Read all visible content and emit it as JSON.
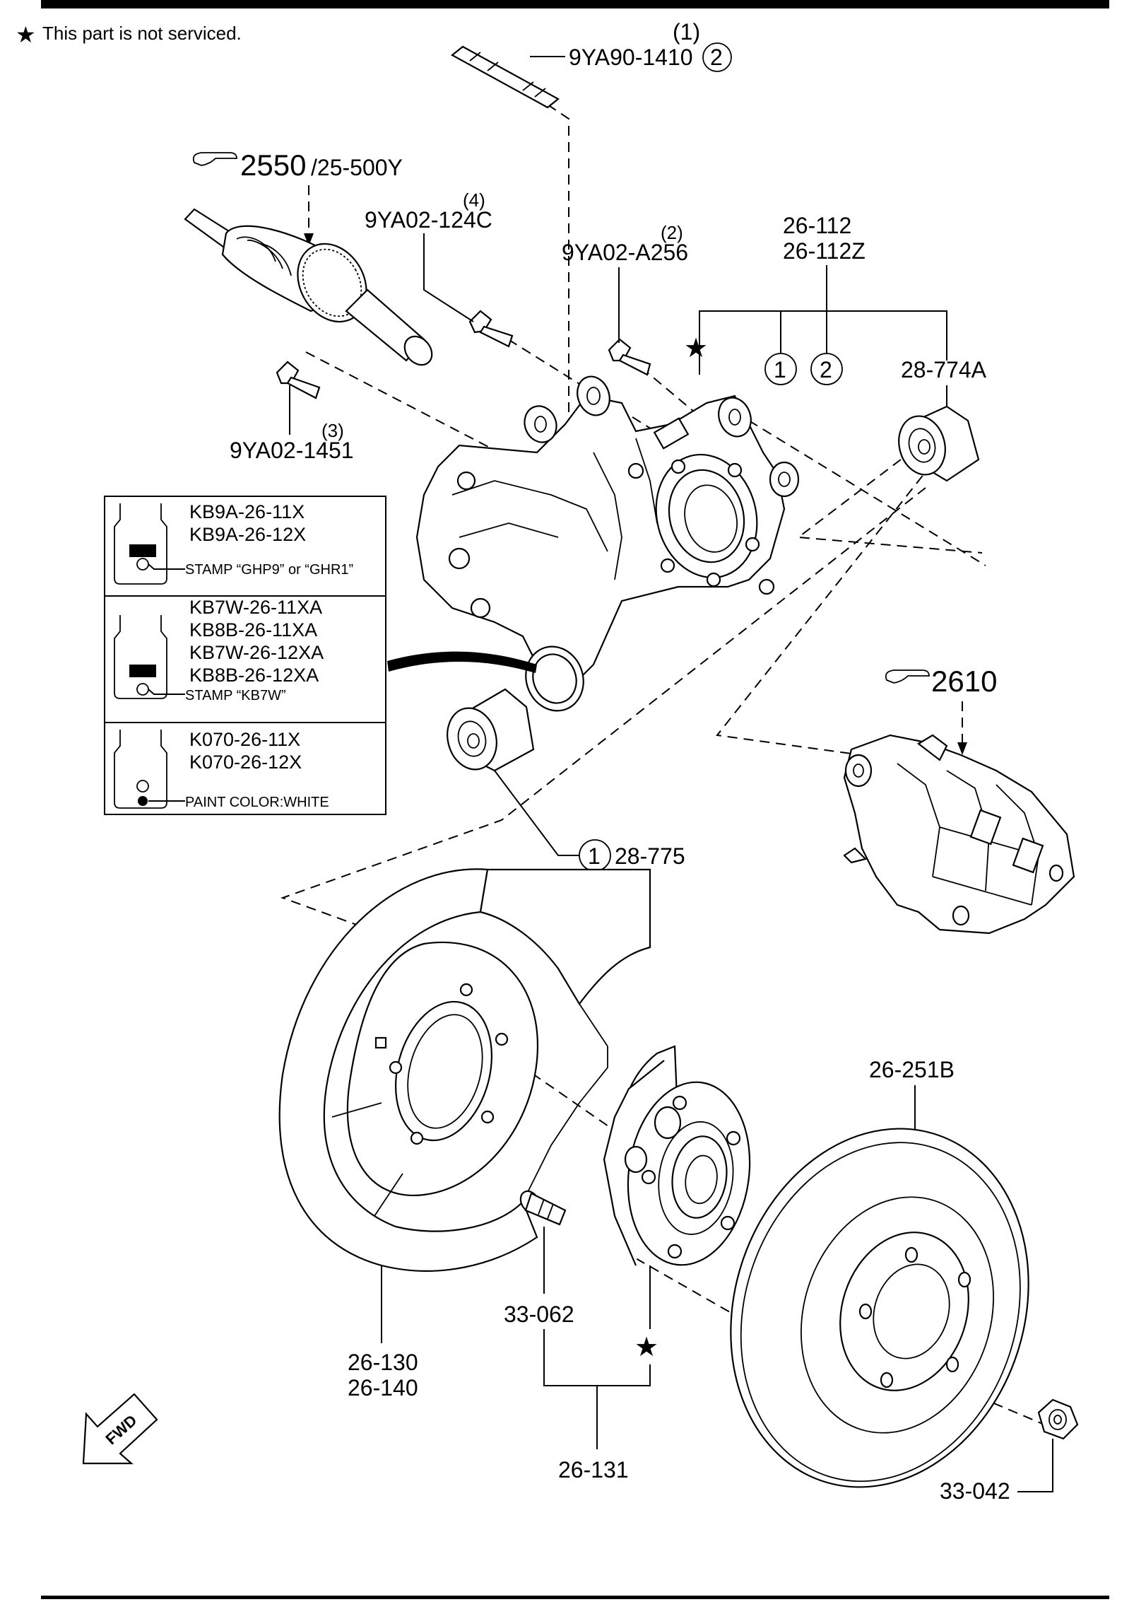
{
  "legend": {
    "star": "★",
    "note": "This part is not serviced."
  },
  "parts": {
    "stud_top": {
      "num": "9YA90-1410",
      "qty": "(1)",
      "circle": "2"
    },
    "driveshaft_ref": {
      "num": "2550",
      "sub": "/25-500Y"
    },
    "bolt_124c": {
      "num": "9YA02-124C",
      "qty": "(4)"
    },
    "bolt_a256": {
      "num": "9YA02-A256",
      "qty": "(2)"
    },
    "knuckle": {
      "num1": "26-112",
      "num2": "26-112Z",
      "circle1": "1",
      "circle2": "2"
    },
    "bushing_upper": {
      "num": "28-774A"
    },
    "bolt_1451": {
      "num": "9YA02-1451",
      "qty": "(3)"
    },
    "bushing_lower": {
      "num": "28-775",
      "circle": "1"
    },
    "caliper_ref": {
      "num": "2610"
    },
    "dust_shield": {
      "num1": "26-130",
      "num2": "26-140"
    },
    "hub_bolt": {
      "num": "33-062"
    },
    "hub_assembly": {
      "num": "26-131"
    },
    "disc": {
      "num": "26-251B"
    },
    "nut": {
      "num": "33-042"
    },
    "fwd": "FWD"
  },
  "variant_table": [
    {
      "parts": [
        "KB9A-26-11X",
        "KB9A-26-12X"
      ],
      "mark": "STAMP “GHP9” or “GHR1”"
    },
    {
      "parts": [
        "KB7W-26-11XA",
        "KB8B-26-11XA",
        "KB7W-26-12XA",
        "KB8B-26-12XA"
      ],
      "mark": "STAMP “KB7W”"
    },
    {
      "parts": [
        "K070-26-11X",
        "K070-26-12X"
      ],
      "mark": "PAINT COLOR:WHITE"
    }
  ]
}
